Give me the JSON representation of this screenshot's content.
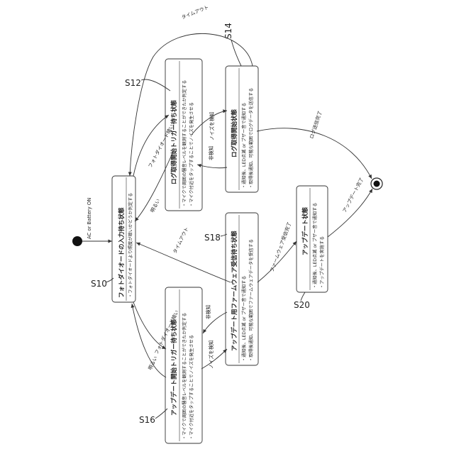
{
  "initial_label": "AC or Battery ON",
  "states": {
    "s10": {
      "ref": "S10",
      "title": "フォトダイオードの入力待ち状態",
      "desc": [
        "・フォトダイオードより照度が暗いかどうか判定する"
      ]
    },
    "s12": {
      "ref": "S12",
      "title": "ログ取得開始トリガー待ち状態",
      "desc": [
        "・マイクで周囲の騒音レベルを観測することができたか判定する",
        "・マイク付近をタップすることでノイズを発生させる"
      ]
    },
    "s14": {
      "ref": "S14",
      "title": "ログ取得開始状態",
      "desc": [
        "・通知後、LED点滅 or ブザー音で通知する",
        "・取得後通知、可能な範囲でログデータを送信する"
      ]
    },
    "s16": {
      "ref": "S16",
      "title": "アップデート開始トリガー待ち状態",
      "desc": [
        "・マイクで周囲の騒音レベルを観測することができたか判定する",
        "・マイク付近をタップすることでノイズを発生させる"
      ]
    },
    "s18": {
      "ref": "S18",
      "title": "アップデート用ファームウェア受信待ち状態",
      "desc": [
        "・通知後、LED点滅 or ブザー音で通知する",
        "・取得後通知、可能な範囲でファームウェアデータを受信する"
      ]
    },
    "s20": {
      "ref": "S20",
      "title": "アップデート状態",
      "desc": [
        "・通知後、LED点滅 or ブザー音で通知する",
        "・アップデートを実施する"
      ]
    }
  },
  "transitions": {
    "s10_s12_dark": "フォトダイオード暗い",
    "s12_s10_bright": "明るい",
    "s12_s14_noise": "ノイズを検知",
    "s14_s12_notnoise": "非検知",
    "s14_s10_timeout": "タイムアウト",
    "s14_end_done": "ログ送信完了",
    "s10_s16_dark": "フォトダイオード暗い",
    "s16_s10_bright": "明るい",
    "s16_s18_noise": "ノイズを検知",
    "s18_s16_notnoise": "非検知",
    "s18_s10_timeout": "タイムアウト",
    "s18_s20_fw": "ファームウェア受信完了",
    "s20_end_done": "アップデート完了"
  }
}
